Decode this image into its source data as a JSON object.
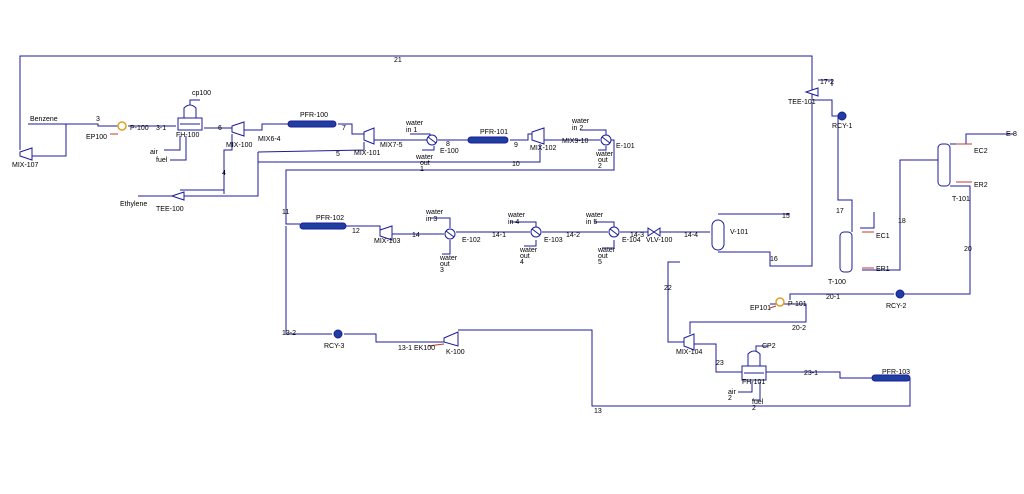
{
  "colors": {
    "stream": "#1c1c9c",
    "equipment_fill": "#ffffff",
    "equipment_stroke": "#1c1c9c",
    "reactor_body": "#1f3f9f",
    "energy_stream": "#c0392b",
    "pump_accent": "#e0a020"
  },
  "labels": {
    "s21": "21",
    "benzene": "Benzene",
    "s3": "3",
    "ep100": "EP100",
    "p100": "P-100",
    "s3_1": "3-1",
    "cp100": "cp100",
    "fh100": "FH-100",
    "s6": "6",
    "mix100": "MIX-100",
    "mix6_4": "MIX6-4",
    "pfr100": "PFR-100",
    "s7": "7",
    "air": "air",
    "fuel": "fuel",
    "mix107": "MIX-107",
    "s4": "4",
    "ethylene": "Ethylene",
    "tee100": "TEE-100",
    "s5": "5",
    "mix101": "MIX-101",
    "mix7_5": "MIX7-5",
    "water_in_1": [
      "water",
      "in 1"
    ],
    "s8": "8",
    "e100": "E-100",
    "water_out_1": [
      "water",
      "out",
      "1"
    ],
    "pfr101": "PFR-101",
    "s9": "9",
    "mix102": "MIX-102",
    "mix9_10": "MIX9-10",
    "s10": "10",
    "water_in_2": [
      "water",
      "in 2"
    ],
    "e101": "E-101",
    "water_out_2": [
      "water",
      "out",
      "2"
    ],
    "tee101": "TEE-101",
    "s17_2": "17-2",
    "rcy1": "RCY-1",
    "s11": "11",
    "pfr102": "PFR-102",
    "s12": "12",
    "mix103": "MIX-103",
    "s14": "14",
    "water_in_3": [
      "water",
      "in 3"
    ],
    "e102": "E-102",
    "water_out_3": [
      "water",
      "out",
      "3"
    ],
    "s14_1": "14-1",
    "water_in_4": [
      "water",
      "in 4"
    ],
    "e103": "E-103",
    "water_out_4": [
      "water",
      "out",
      "4"
    ],
    "s14_2": "14-2",
    "water_in_5": [
      "water",
      "in 5"
    ],
    "e104": "E-104",
    "water_out_5": [
      "water",
      "out",
      "5"
    ],
    "s14_3": "14-3",
    "vlv100": "VLV-100",
    "s14_4": "14-4",
    "v101": "V-101",
    "s15": "15",
    "s16": "16",
    "s17": "17",
    "t100": "T-100",
    "ec1": "EC1",
    "er1": "ER1",
    "s18": "18",
    "t101": "T-101",
    "ec2": "EC2",
    "er2": "ER2",
    "e8": "E-8",
    "s20": "20",
    "rcy2": "RCY-2",
    "s20_1": "20-1",
    "ep101": "EP101",
    "p101": "P-101",
    "s20_2": "20-2",
    "s13_2": "13-2",
    "rcy3": "RCY-3",
    "s13_1": "13-1",
    "ek100": "EK100",
    "k100": "K-100",
    "s22": "22",
    "mix104": "MIX-104",
    "s23": "23",
    "cp2": "CP2",
    "fh101": "FH-101",
    "s23_1": "23-1",
    "pfr103": "PFR-103",
    "air2": [
      "air",
      "2"
    ],
    "fuel2": [
      "fuel",
      "2"
    ],
    "s13": "13"
  }
}
